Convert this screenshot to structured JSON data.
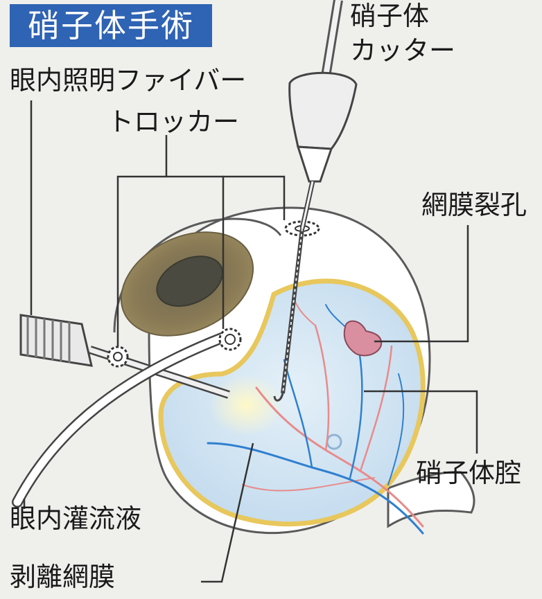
{
  "title": "硝子体手術",
  "labels": {
    "cutter_line1": "硝子体",
    "cutter_line2": "カッター",
    "light_fiber": "眼内照明ファイバー",
    "trocar": "トロッカー",
    "retinal_tear": "網膜裂孔",
    "vitreous_cavity": "硝子体腔",
    "infusion": "眼内灌流液",
    "detached_retina": "剥離網膜"
  },
  "colors": {
    "title_bg": "#2f63b3",
    "retina_rim": "#e8c75c",
    "vessel_red": "#e98a8a",
    "vessel_blue": "#2f7fd0",
    "vitreous": "#cfe3f1",
    "tear": "#d98fa0"
  }
}
